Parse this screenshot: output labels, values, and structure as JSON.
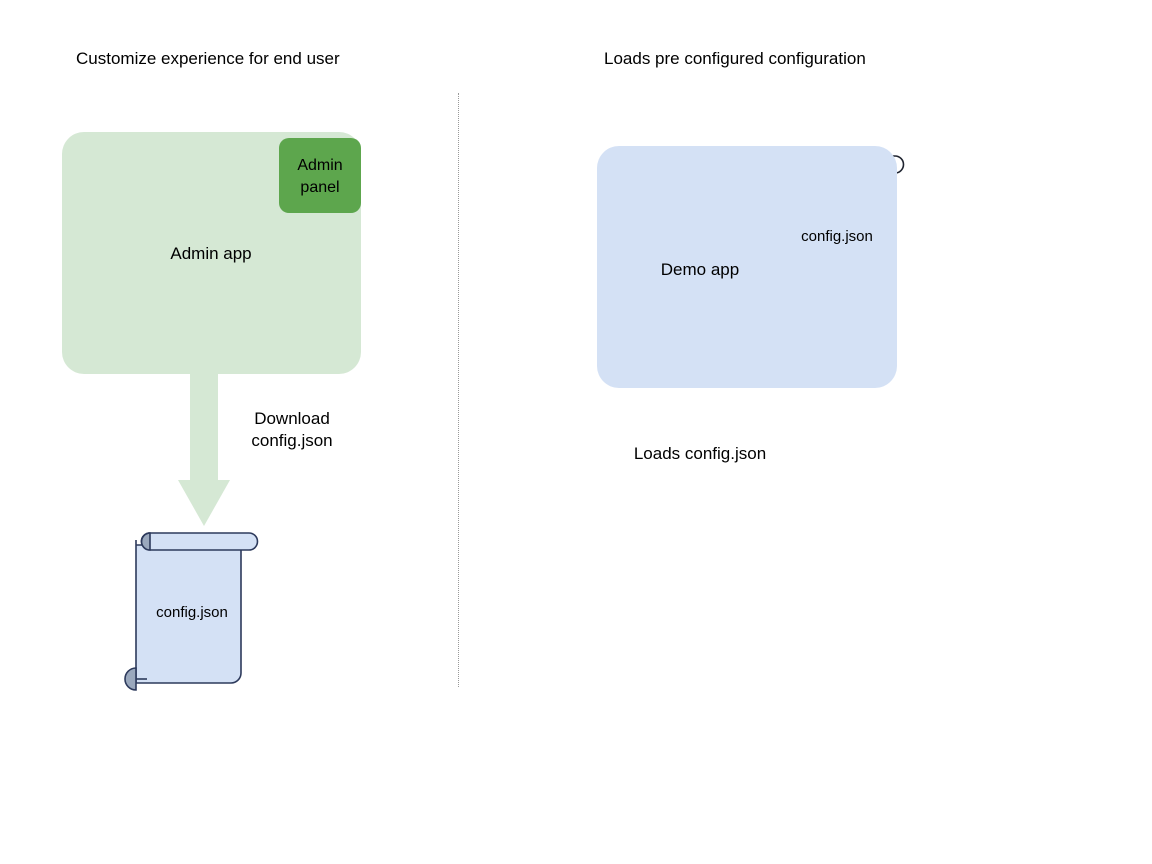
{
  "diagram": {
    "title_left": "Customize experience for end user",
    "title_right": "Loads pre configured configuration",
    "divider": {
      "style": "dotted-vertical",
      "color": "#999999"
    }
  },
  "left_flow": {
    "app_box": {
      "label": "Admin app",
      "fill": "#d5e8d4",
      "shape": "rounded-rectangle"
    },
    "badge": {
      "label": "Admin\npanel",
      "line1": "Admin",
      "line2": "panel",
      "fill": "#5da64d",
      "shape": "rounded-rectangle"
    },
    "arrow": {
      "label_line1": "Download",
      "label_line2": "config.json",
      "label": "Download config.json",
      "direction": "down",
      "fill": "#d5e8d4"
    },
    "document": {
      "label": "config.json",
      "fill": "#d4e1f5",
      "stroke": "#2d3a5c",
      "curl_fill": "#9aa8bd",
      "shape": "scroll-document"
    }
  },
  "right_flow": {
    "app_box": {
      "label": "Demo app",
      "fill": "#d4e1f5",
      "shape": "rounded-rectangle"
    },
    "document": {
      "label": "config.json",
      "fill": "none",
      "stroke": "#1f2430",
      "curl_fill": "#9aa8bd",
      "shape": "scroll-document"
    },
    "caption": "Loads config.json"
  }
}
